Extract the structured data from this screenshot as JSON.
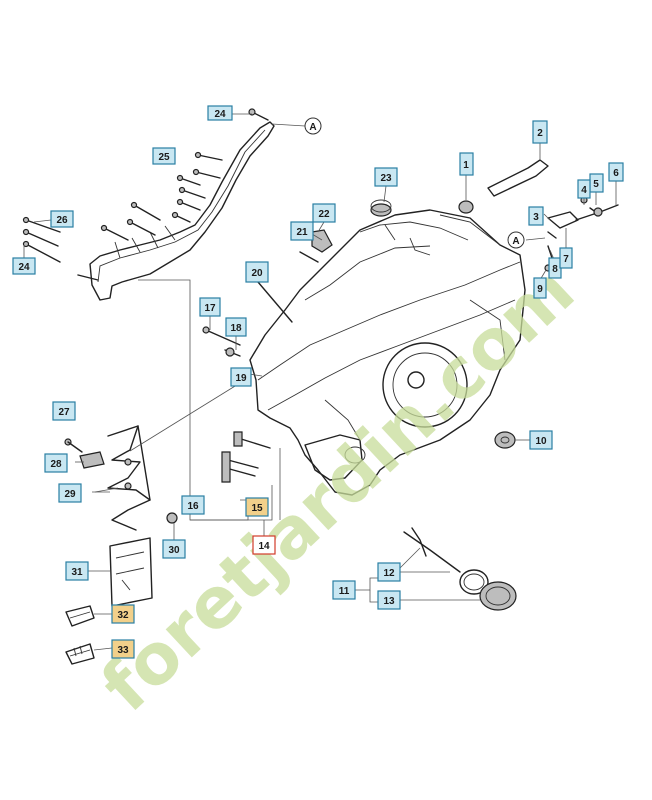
{
  "labels": {
    "l24a": "24",
    "lA1": "A",
    "l2": "2",
    "l25": "25",
    "l1": "1",
    "l23": "23",
    "l6": "6",
    "l5": "5",
    "l4": "4",
    "l22": "22",
    "l26": "26",
    "l21": "21",
    "l3": "3",
    "lA2": "A",
    "l24b": "24",
    "l20": "20",
    "l8": "8",
    "l7": "7",
    "l9": "9",
    "l17": "17",
    "l18": "18",
    "l19": "19",
    "l10": "10",
    "l27": "27",
    "l28": "28",
    "l29": "29",
    "l16": "16",
    "l15": "15",
    "l14": "14",
    "l30": "30",
    "l31": "31",
    "l12": "12",
    "l11": "11",
    "l13": "13",
    "l32": "32",
    "l33": "33"
  },
  "watermark": {
    "text": "foretjardin.com",
    "color": "#c8dd9a"
  },
  "colors": {
    "label_fill": "#c9e7f2",
    "label_border": "#2a7fa3",
    "highlight_fill": "#f2d08a",
    "red_border": "#d23b2a"
  }
}
